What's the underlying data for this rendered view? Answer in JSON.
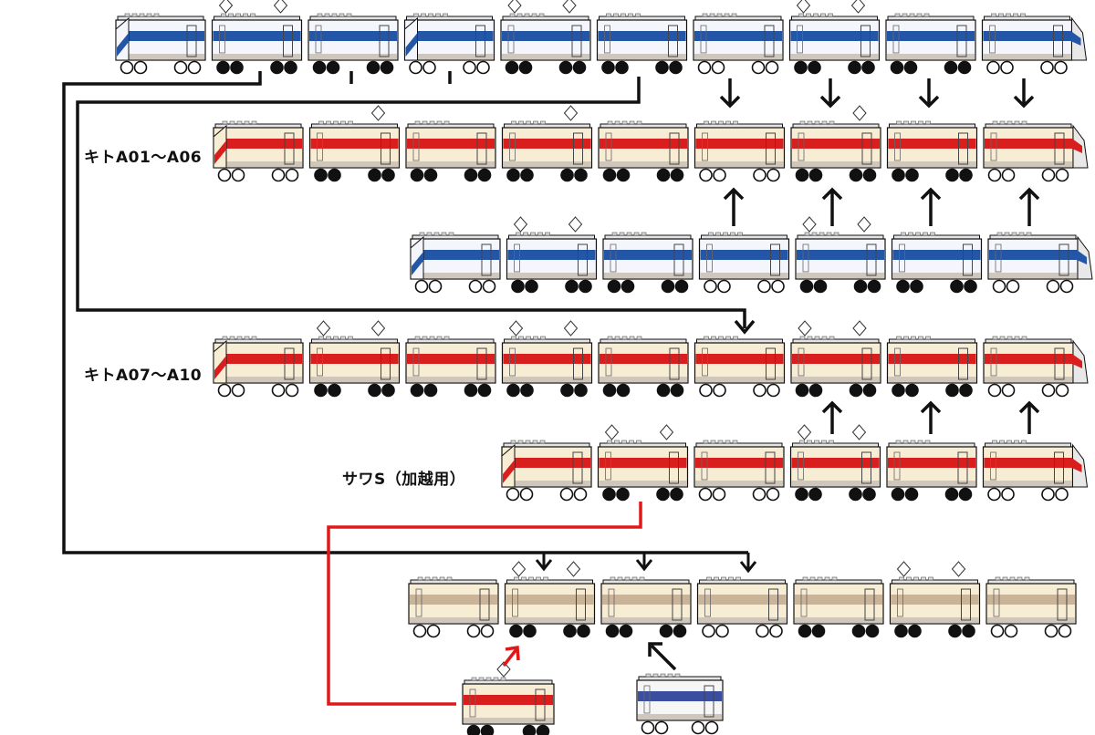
{
  "labels": {
    "set_a": "キトA01～A06",
    "set_b": "キトA07～A10",
    "set_c": "サワS（加越用）"
  },
  "colors": {
    "background": "#ffffff",
    "line": "#111111",
    "red_line": "#e01818",
    "cream": "#f7ecd4",
    "blue_body": "#f4f6fb",
    "blue_stripe": "#2456a8",
    "red_stripe": "#d91e1e",
    "beige_stripe": "#c9b49a",
    "white_body": "#f6f6f6",
    "white_stripe": "#3a4fa0"
  },
  "rows": [
    {
      "id": "row1-blue",
      "scheme": "blue",
      "cars": 10
    },
    {
      "id": "row2-red",
      "scheme": "red",
      "cars": 9
    },
    {
      "id": "row3-blue",
      "scheme": "blue",
      "cars": 7
    },
    {
      "id": "row4-red",
      "scheme": "red",
      "cars": 9
    },
    {
      "id": "row5-red",
      "scheme": "red",
      "cars": 6
    },
    {
      "id": "row6-beige",
      "scheme": "beige",
      "cars": 7
    },
    {
      "id": "row7-single",
      "scheme": "red",
      "cars": 1
    },
    {
      "id": "row8-single",
      "scheme": "white",
      "cars": 1
    }
  ]
}
